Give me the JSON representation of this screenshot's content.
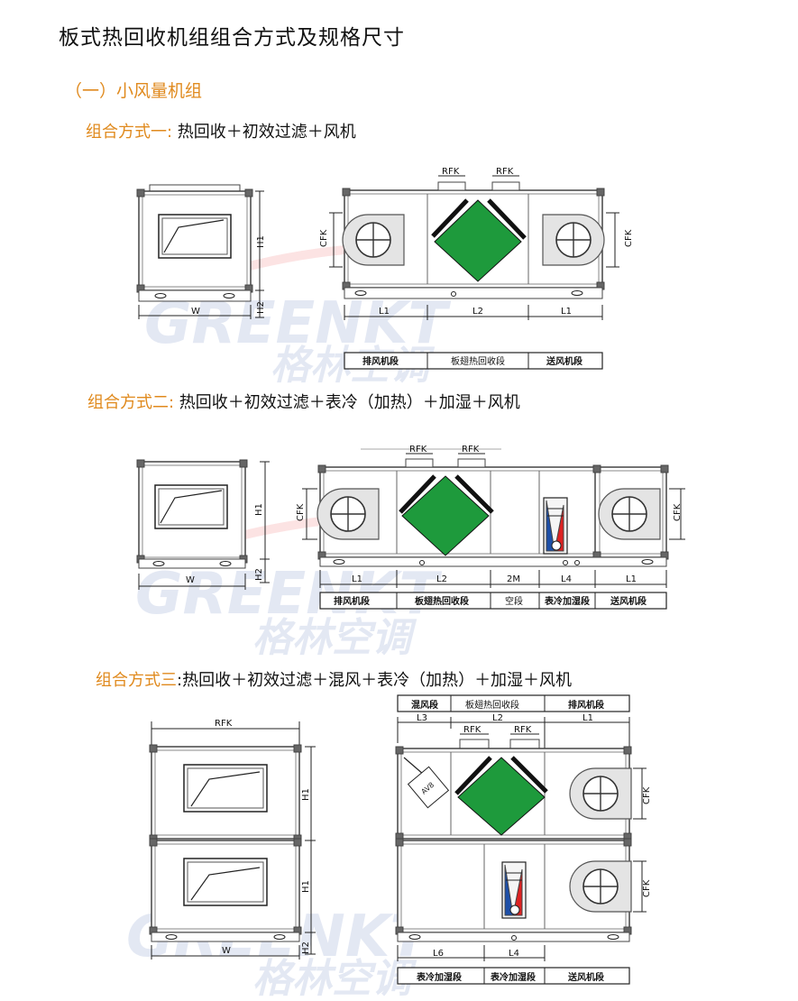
{
  "title": "板式热回收机组组合方式及规格尺寸",
  "section": "（一）小风量机组",
  "combos": [
    {
      "label": "组合方式一:",
      "text": " 热回收＋初效过滤＋风机"
    },
    {
      "label": "组合方式二:",
      "text": " 热回收＋初效过滤＋表冷（加热）＋加湿＋风机"
    },
    {
      "label": "组合方式三",
      "text": ":热回收＋初效过滤＋混风＋表冷（加热）＋加湿＋风机"
    }
  ],
  "watermark": {
    "en": "GREENKT",
    "cn": "格林空调"
  },
  "dims": {
    "W": "W",
    "H1": "H1",
    "H2": "H2",
    "L1": "L1",
    "L2": "L2",
    "L3": "L3",
    "L4": "L4",
    "L6": "L6",
    "RFK": "RFK",
    "CFK": "CFK",
    "2M": "2M"
  },
  "d1": {
    "captions": [
      "排风机段",
      "板翅热回收段",
      "送风机段"
    ]
  },
  "d2": {
    "captions": [
      "排风机段",
      "板翅热回收段",
      "空段",
      "表冷加湿段",
      "送风机段"
    ]
  },
  "d3": {
    "top_captions": [
      "混风段",
      "板翅热回收段",
      "排风机段"
    ],
    "bottom_captions": [
      "表冷加湿段",
      "表冷加湿段",
      "送风机段"
    ]
  },
  "colors": {
    "accent": "#e08a1e",
    "green": "#1e9a3c",
    "frame": "#555555"
  }
}
